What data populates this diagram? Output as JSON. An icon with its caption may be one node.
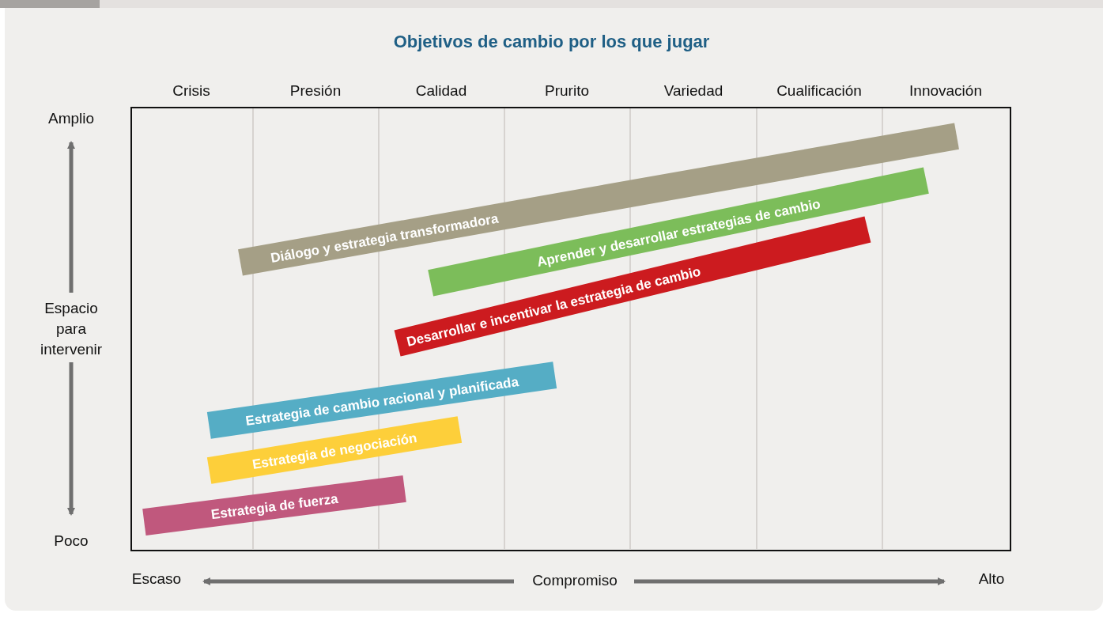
{
  "diagram": {
    "title": "Objetivos de cambio por los que jugar",
    "nodes": [
      {
        "text": [
          "Diálogo y estrategia transformadora"
        ]
      },
      {
        "text": [
          "Aprender y desarrollar estrategias de cambio"
        ]
      },
      {
        "text": [
          "Desarrollar e incentivar la estrategia de cambio"
        ]
      },
      {
        "text": [
          "Estrategia de cambio racional y planificada"
        ]
      },
      {
        "text": [
          "Estrategia de negociación"
        ]
      },
      {
        "text": [
          "Estrategia de fuerza"
        ]
      }
    ],
    "edges": [],
    "labels": [
      "Crisis",
      "Presión",
      "Calidad",
      "Prurito",
      "Variedad",
      "Cualificación",
      "Innovación",
      "Amplio",
      "Espacio para intervenir",
      "Poco",
      "Escaso",
      "Compromiso",
      "Alto"
    ]
  }
}
